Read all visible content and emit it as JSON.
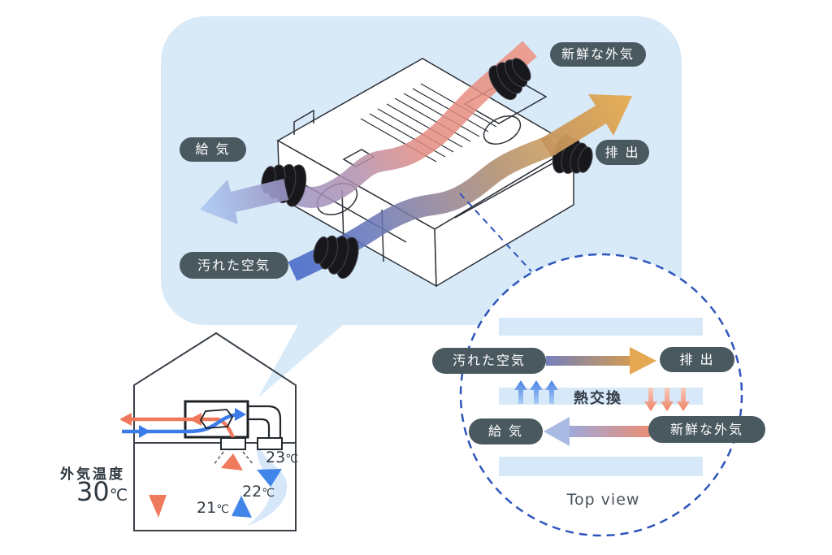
{
  "palette": {
    "background": "#ffffff",
    "bubble_blue": "#d8e9f8",
    "badge_slate": "#4a5960",
    "badge_text": "#ffffff",
    "warm_band_red": "#e88d7b",
    "exhaust_orange": "#e2a64f",
    "cool_band_blue": "#4a6cc8",
    "supply_light_blue": "#a9c5ec",
    "house_arrow_red": "#f0785c",
    "house_arrow_blue": "#3b7ce8",
    "dashed_circle_blue": "#2e55bd",
    "bar_light_blue": "#d7e9f8",
    "text_dark": "#333b44"
  },
  "unit_diagram": {
    "labels": {
      "fresh_outdoor_air": "新鮮な外気",
      "supply_air": "給 気",
      "exhaust": "排 出",
      "dirty_air": "汚れた空気"
    }
  },
  "house_diagram": {
    "outdoor_temp_label": "外気温度",
    "outdoor_temp_value": "30",
    "outdoor_temp_unit": "℃",
    "room_temps": [
      {
        "value": "23",
        "unit": "℃"
      },
      {
        "value": "22",
        "unit": "℃"
      },
      {
        "value": "21",
        "unit": "℃"
      }
    ]
  },
  "top_view": {
    "caption": "Top view",
    "heat_exchange_label": "熱交換",
    "exhaust_flow": {
      "from": "汚れた空気",
      "to": "排 出"
    },
    "supply_flow": {
      "from": "新鮮な外気",
      "to": "給 気"
    }
  }
}
